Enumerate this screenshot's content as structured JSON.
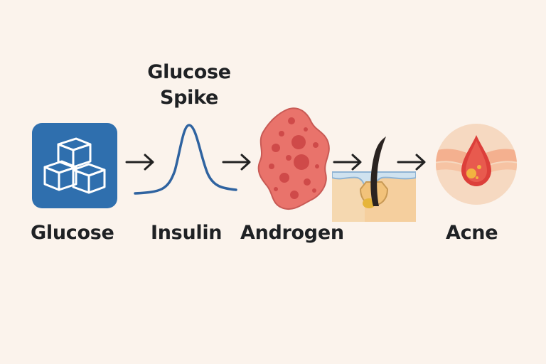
{
  "diagram": {
    "steps": [
      {
        "label": "Glucose",
        "icon": "sugar-cubes-icon"
      },
      {
        "label": "Insulin",
        "icon": "insulin-curve-icon"
      },
      {
        "label": "Androgen",
        "icon": "androgen-cell-icon"
      },
      {
        "label": "",
        "icon": "hair-follicle-icon"
      },
      {
        "label": "Acne",
        "icon": "acne-pimple-icon"
      }
    ],
    "spike_title_line1": "Glucose",
    "spike_title_line2": "Spike"
  },
  "colors": {
    "background": "#fbf3ec",
    "glucose_box": "#2f6fae",
    "curve": "#2f63a0",
    "cell": "#e9736b",
    "cell_dots": "#cf4a49",
    "skin": "#f5cf9e",
    "blood_drop": "#dc3f3a",
    "acne_circle": "#f6d9c1"
  }
}
